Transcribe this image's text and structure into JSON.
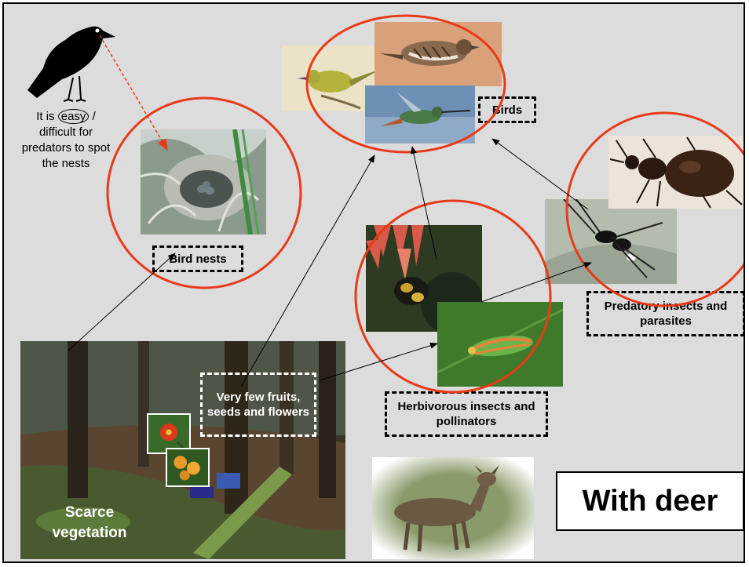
{
  "slide": {
    "title": "With deer",
    "nest_note_parts": [
      "It is ",
      "easy",
      " / difficult for predators to spot the nests"
    ],
    "labels": {
      "birds": "Birds",
      "bird_nests": "Bird nests",
      "herbivores": "Herbivorous insects and pollinators",
      "predators": "Predatory insects and parasites",
      "fruits": "Very few fruits, seeds and flowers",
      "vegetation": "Scarce vegetation"
    }
  },
  "colors": {
    "background": "#dcdcdc",
    "circle": "#e83a1a",
    "arrow": "#000000",
    "dashed_arrow": "#e83a1a"
  },
  "icons": [
    "bird-silhouette-icon",
    "bird-nest-photo",
    "warbler-photo",
    "sparrow-photo",
    "hummingbird-photo",
    "bumblebee-photo",
    "leafhopper-photo",
    "wasp-photo",
    "beetle-photo",
    "forest-photo",
    "flower-photo",
    "berry-photo",
    "deer-photo"
  ]
}
